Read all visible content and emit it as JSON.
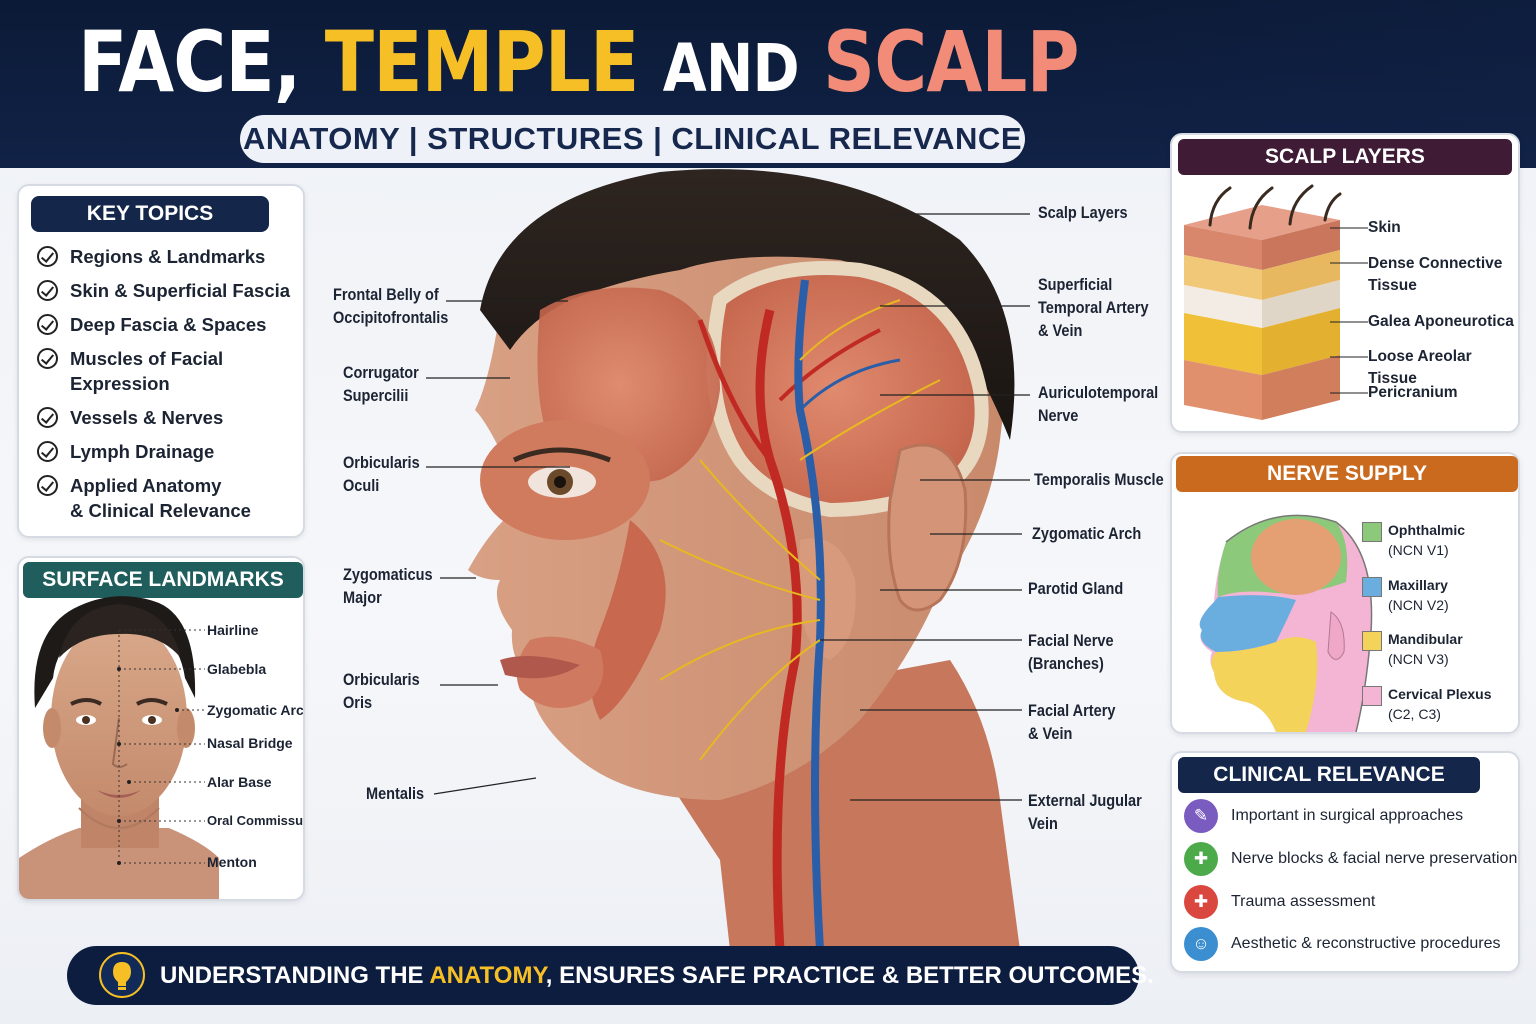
{
  "header": {
    "title_part1": "FACE,",
    "title_part2": "TEMPLE",
    "title_part3": "AND",
    "title_part4": "SCALP",
    "subtitle": "ANATOMY | STRUCTURES | CLINICAL RELEVANCE"
  },
  "key_topics": {
    "title": "KEY TOPICS",
    "items": [
      "Regions & Landmarks",
      "Skin & Superficial Fascia",
      "Deep Fascia & Spaces",
      "Muscles of Facial",
      "Expression",
      "Vessels & Nerves",
      "Lymph Drainage",
      "Applied Anatomy",
      "& Clinical Relevance"
    ]
  },
  "surface_landmarks": {
    "title": "SURFACE LANDMARKS",
    "labels": [
      "Hairline",
      "Glabebla",
      "Zygomatic Arch",
      "Nasal Bridge",
      "Alar Base",
      "Oral Commissure",
      "Menton"
    ]
  },
  "main_figure": {
    "left_labels": [
      [
        "Frontal Belly of",
        "Occipitofrontalis"
      ],
      [
        "Corrugator",
        "Supercilii"
      ],
      [
        "Orbicularis",
        "Oculi"
      ],
      [
        "Zygomaticus",
        "Major"
      ],
      [
        "Orbicularis",
        "Oris"
      ],
      [
        "Mentalis"
      ]
    ],
    "right_labels": [
      [
        "Scalp Layers"
      ],
      [
        "Superficial",
        "Temporal Artery",
        "& Vein"
      ],
      [
        "Auriculotemporal",
        "Nerve"
      ],
      [
        "Temporalis Muscle"
      ],
      [
        "Zygomatic Arch"
      ],
      [
        "Parotid Gland"
      ],
      [
        "Facial Nerve",
        "(Branches)"
      ],
      [
        "Facial Artery",
        "& Vein"
      ],
      [
        "External Jugular",
        "Vein"
      ]
    ]
  },
  "scalp_layers": {
    "title": "SCALP LAYERS",
    "labels": [
      [
        "Skin"
      ],
      [
        "Dense Connective",
        "Tissue"
      ],
      [
        "Galea Aponeurotica"
      ],
      [
        "Loose Areolar Tissue"
      ],
      [
        "Pericranium"
      ]
    ]
  },
  "nerve_supply": {
    "title": "NERVE SUPPLY",
    "items": [
      {
        "name": "Ophthalmic",
        "code": "(NCN V1)",
        "color": "#8cc97a"
      },
      {
        "name": "Maxillary",
        "code": "(NCN V2)",
        "color": "#6aaee0"
      },
      {
        "name": "Mandibular",
        "code": "(NCN V3)",
        "color": "#f3d35a"
      },
      {
        "name": "Cervical Plexus",
        "code": "(C2, C3)",
        "color": "#f4b4d4"
      }
    ]
  },
  "clinical_relevance": {
    "title": "CLINICAL RELEVANCE",
    "items": [
      {
        "text": "Important in surgical approaches",
        "icon": "scalpel-icon",
        "color": "#7a5cc0"
      },
      {
        "text": "Nerve blocks & facial nerve preservation",
        "icon": "syringe-icon",
        "color": "#4caa4a"
      },
      {
        "text": "Trauma assessment",
        "icon": "first-aid-icon",
        "color": "#d9473e"
      },
      {
        "text": "Aesthetic & reconstructive procedures",
        "icon": "face-icon",
        "color": "#3b8fd0"
      }
    ]
  },
  "banner": {
    "text_before": "UNDERSTANDING THE ",
    "highlight": "ANATOMY",
    "text_after": ", ENSURES SAFE PRACTICE & BETTER OUTCOMES."
  }
}
